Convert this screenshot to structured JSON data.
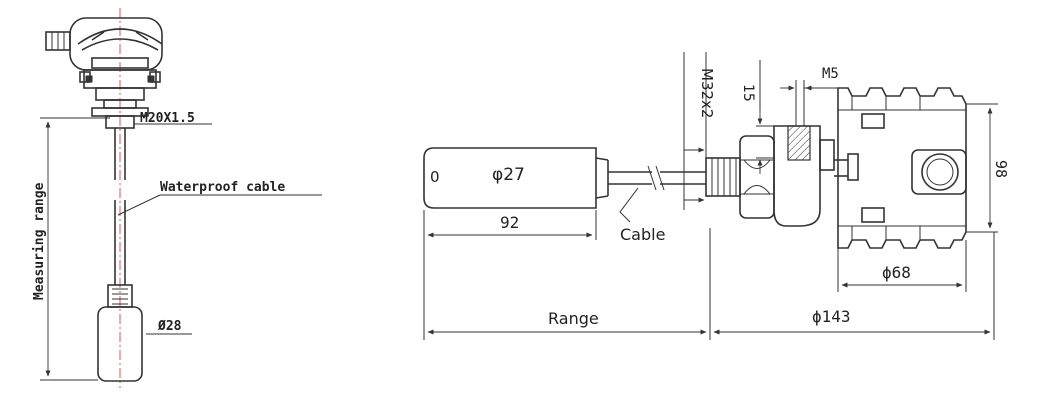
{
  "left_view": {
    "thread_label": "M20X1.5",
    "cable_label": "Waterproof cable",
    "range_label": "Measuring range",
    "probe_diameter_label": "Ø28"
  },
  "right_view": {
    "probe_diameter_label": "φ27",
    "probe_end_label": "0",
    "probe_length_label": "92",
    "cable_label": "Cable",
    "thread_label": "M32x2",
    "dim_15_label": "15",
    "screw_label": "M5",
    "height_label": "98",
    "inner_diameter_label": "ϕ68",
    "outer_diameter_label": "ϕ143",
    "range_label": "Range"
  }
}
